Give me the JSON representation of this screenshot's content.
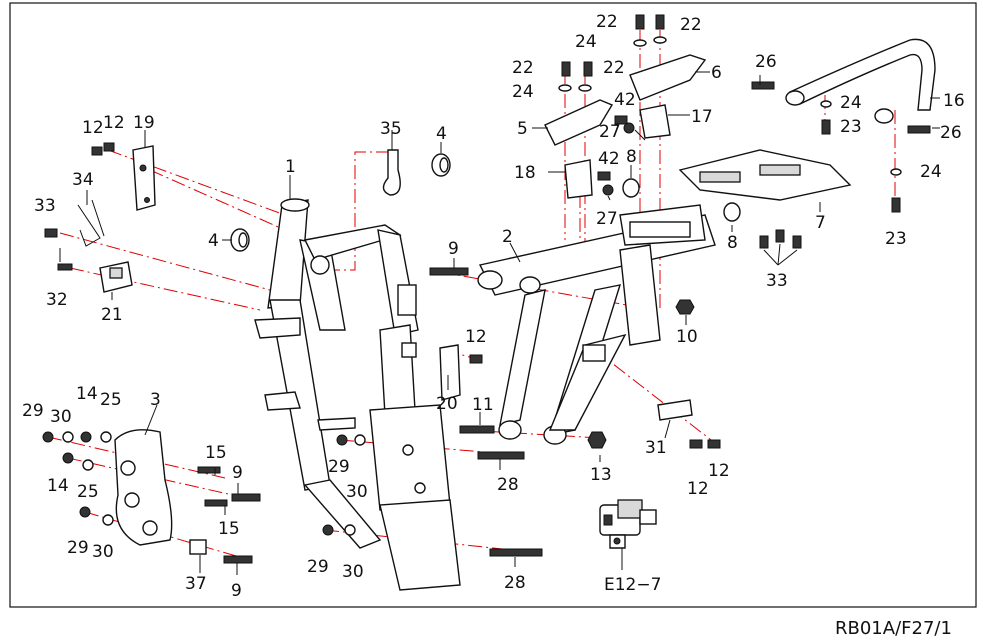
{
  "diagram_ref": "RB01A/F27/1",
  "callouts": {
    "c1": "1",
    "c2": "2",
    "c3": "3",
    "c4a": "4",
    "c4b": "4",
    "c5": "5",
    "c6": "6",
    "c7": "7",
    "c8a": "8",
    "c8b": "8",
    "c9a": "9",
    "c9b": "9",
    "c9c": "9",
    "c10": "10",
    "c11": "11",
    "c12a": "12",
    "c12b": "12",
    "c12c": "12",
    "c12d": "12",
    "c12e": "12",
    "c13": "13",
    "c14a": "14",
    "c14b": "14",
    "c15a": "15",
    "c15b": "15",
    "c16": "16",
    "c17": "17",
    "c18": "18",
    "c19": "19",
    "c20": "20",
    "c21": "21",
    "c22a": "22",
    "c22b": "22",
    "c22c": "22",
    "c22d": "22",
    "c23a": "23",
    "c23b": "23",
    "c24a": "24",
    "c24b": "24",
    "c24c": "24",
    "c24d": "24",
    "c25a": "25",
    "c25b": "25",
    "c26a": "26",
    "c26b": "26",
    "c27a": "27",
    "c27b": "27",
    "c28a": "28",
    "c28b": "28",
    "c29a": "29",
    "c29b": "29",
    "c29c": "29",
    "c29d": "29",
    "c30a": "30",
    "c30b": "30",
    "c30c": "30",
    "c30d": "30",
    "c31": "31",
    "c32": "32",
    "c33a": "33",
    "c33b": "33",
    "c34": "34",
    "c35": "35",
    "c37": "37",
    "c42a": "42",
    "c42b": "42",
    "e12": "E12−7"
  }
}
